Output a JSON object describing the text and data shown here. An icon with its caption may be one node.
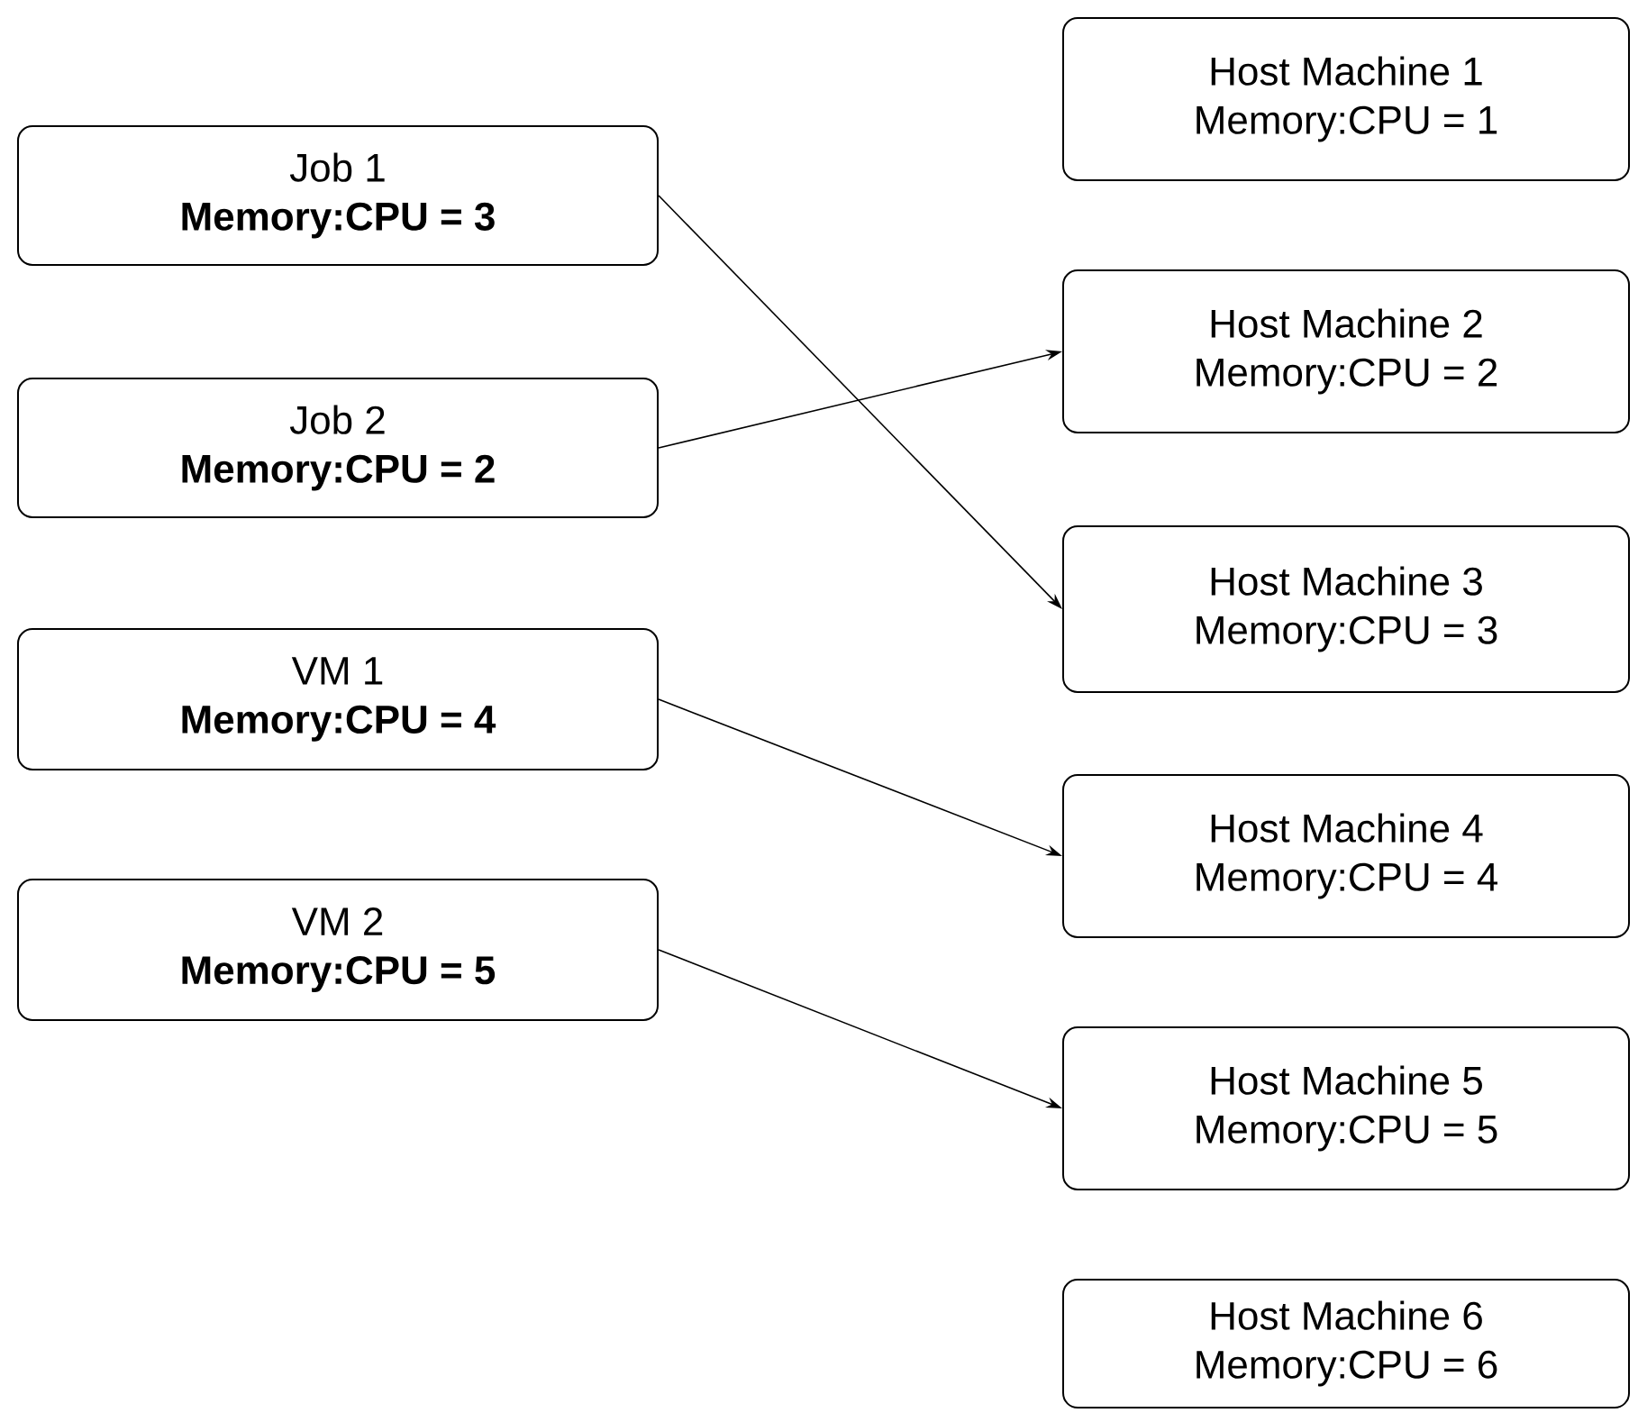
{
  "diagram": {
    "nodes": [
      {
        "text": [
          "Job 1",
          "Memory:CPU = 3"
        ]
      },
      {
        "text": [
          "Job 2",
          "Memory:CPU = 2"
        ]
      },
      {
        "text": [
          "VM 1",
          "Memory:CPU = 4"
        ]
      },
      {
        "text": [
          "VM 2",
          "Memory:CPU = 5"
        ]
      },
      {
        "text": [
          "Host Machine 1",
          "Memory:CPU = 1"
        ]
      },
      {
        "text": [
          "Host Machine 2",
          "Memory:CPU = 2"
        ]
      },
      {
        "text": [
          "Host Machine 3",
          "Memory:CPU = 3"
        ]
      },
      {
        "text": [
          "Host Machine 4",
          "Memory:CPU = 4"
        ]
      },
      {
        "text": [
          "Host Machine 5",
          "Memory:CPU = 5"
        ]
      },
      {
        "text": [
          "Host Machine 6",
          "Memory:CPU = 6"
        ]
      }
    ],
    "edges": [
      {
        "from": 0,
        "to": 6,
        "arrow": "to"
      },
      {
        "from": 1,
        "to": 5,
        "arrow": "to"
      },
      {
        "from": 2,
        "to": 7,
        "arrow": "to"
      },
      {
        "from": 3,
        "to": 8,
        "arrow": "to"
      }
    ]
  }
}
